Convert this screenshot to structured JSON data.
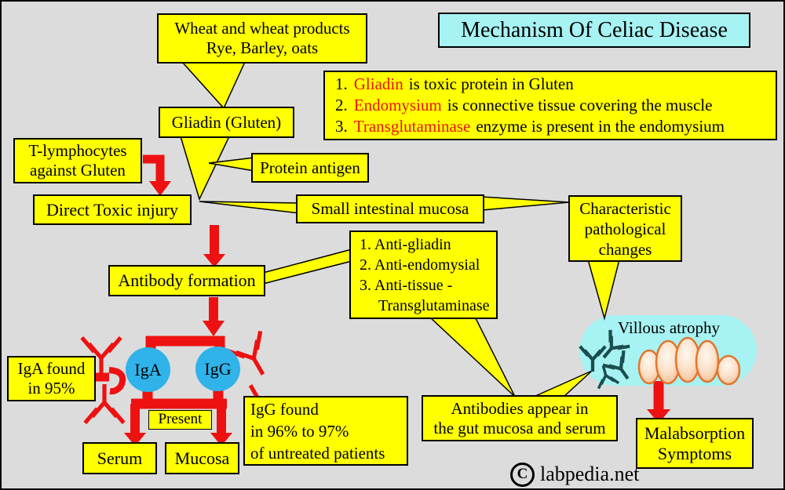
{
  "title": "Mechanism Of Celiac Disease",
  "boxes": {
    "wheat": {
      "line1": "Wheat and wheat products",
      "line2": "Rye, Barley, oats"
    },
    "gliadin": {
      "label": "Gliadin (Gluten)"
    },
    "t_lymphocytes": {
      "line1": "T-lymphocytes",
      "line2": "against Gluten"
    },
    "protein_antigen": {
      "label": "Protein antigen"
    },
    "direct_toxic_injury": {
      "label": "Direct Toxic injury"
    },
    "small_intestinal_mucosa": {
      "label": "Small intestinal mucosa"
    },
    "characteristic": {
      "line1": "Characteristic",
      "line2": "pathological",
      "line3": "changes"
    },
    "antibody_formation": {
      "label": "Antibody formation"
    },
    "antibody_types": {
      "item1": "1. Anti-gliadin",
      "item2": "2. Anti-endomysial",
      "item3": "3. Anti-tissue -",
      "item4": "Transglutaminase"
    },
    "iga_found": {
      "line1": "IgA found",
      "line2": "in 95%"
    },
    "igg_found": {
      "line1": "IgG found",
      "line2": "in 96% to 97%",
      "line3": "of untreated patients"
    },
    "iga_circle": {
      "label": "IgA"
    },
    "igg_circle": {
      "label": "IgG"
    },
    "present": {
      "label": "Present"
    },
    "serum": {
      "label": "Serum"
    },
    "mucosa": {
      "label": "Mucosa"
    },
    "antibodies_appear": {
      "line1": "Antibodies appear in",
      "line2": "the gut mucosa and serum"
    },
    "villous_atrophy": {
      "label": "Villous atrophy"
    },
    "malabsorption": {
      "line1": "Malabsorption",
      "line2": "Symptoms"
    }
  },
  "notes": [
    {
      "num": "1.",
      "keyword": "Gliadin",
      "rest": "is toxic protein in Gluten"
    },
    {
      "num": "2.",
      "keyword": "Endomysium",
      "rest": "is connective tissue covering the muscle"
    },
    {
      "num": "3.",
      "keyword": "Transglutaminase",
      "rest": "enzyme is present in the endomysium"
    }
  ],
  "copyright": {
    "symbol": "C",
    "text": "labpedia.net"
  },
  "colors": {
    "background": "#DCDCDC",
    "box_yellow": "#FFFF00",
    "title_cyan": "#A7F2F2",
    "arrow_red": "#EE1111",
    "keyword_red": "#E8150A",
    "ig_circle_blue": "#2FB3E8",
    "villi_fill": "#FBDFC6",
    "villi_outline": "#E2762D",
    "antibody_teal": "#1A4E4E"
  }
}
